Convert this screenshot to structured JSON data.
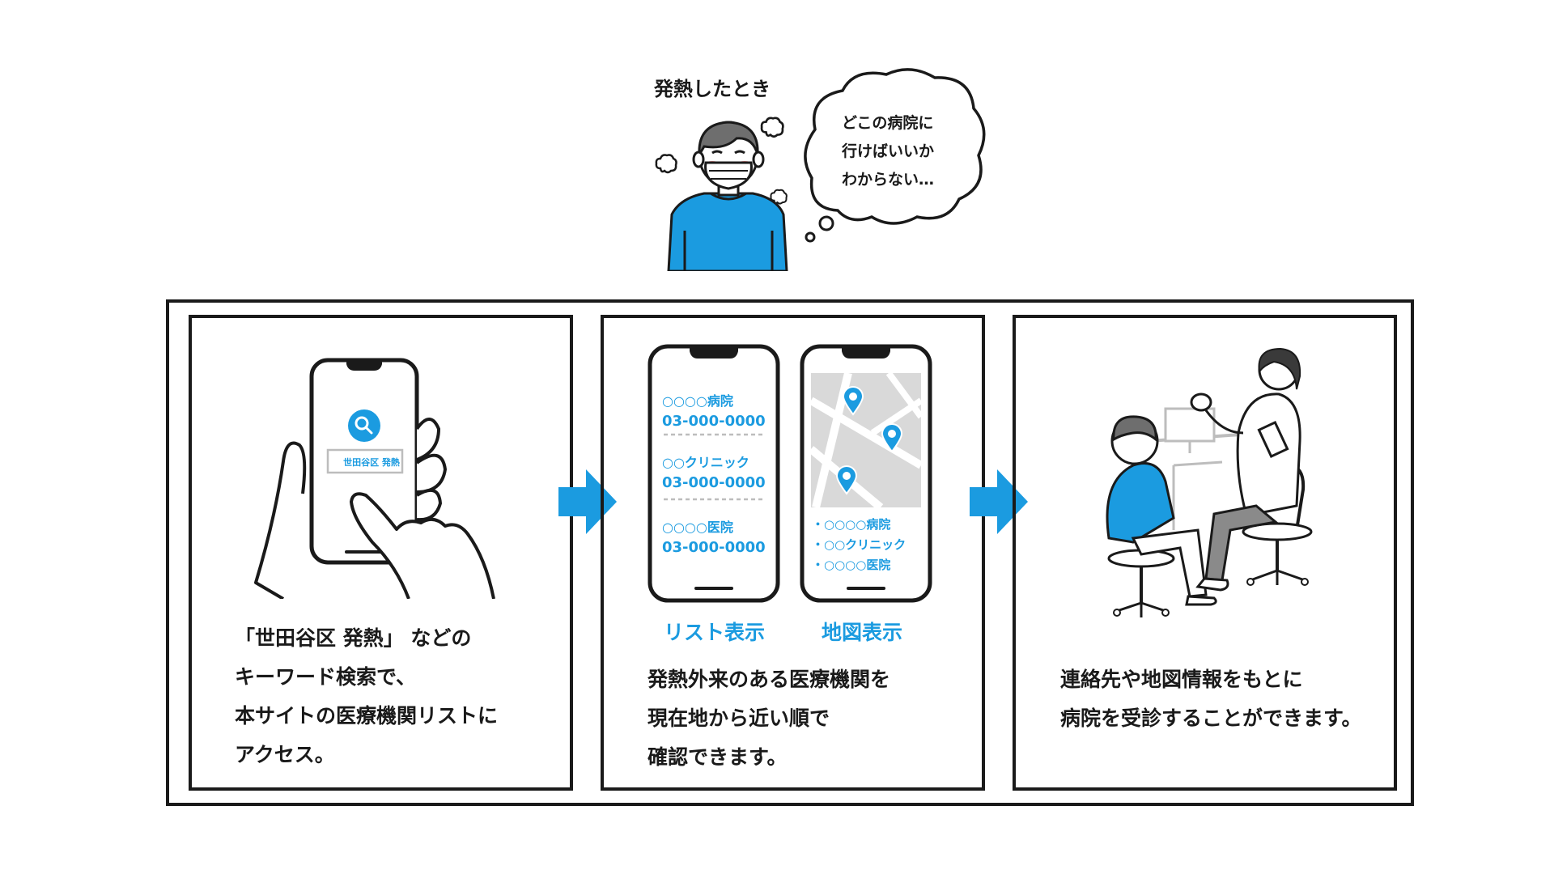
{
  "scene": {
    "title": "発熱したとき",
    "thought_lines": [
      "どこの病院に",
      "行けばいいか",
      "わからない…"
    ]
  },
  "steps": [
    {
      "search_text": "世田谷区 発熱",
      "caption_lines": [
        "「世田谷区 発熱」 などの",
        "キーワード検索で、",
        "本サイトの医療機関リストに",
        "アクセス。"
      ]
    },
    {
      "list_label": "リスト表示",
      "map_label": "地図表示",
      "list_items": [
        {
          "name": "○○○○病院",
          "phone": "03-000-0000"
        },
        {
          "name": "○○クリニック",
          "phone": "03-000-0000"
        },
        {
          "name": "○○○○医院",
          "phone": "03-000-0000"
        }
      ],
      "map_items": [
        "・○○○○病院",
        "・○○クリニック",
        "・○○○○医院"
      ],
      "caption_lines": [
        "発熱外来のある医療機関を",
        "現在地から近い順で",
        "確認できます。"
      ]
    },
    {
      "caption_lines": [
        "連絡先や地図情報をもとに",
        "病院を受診することができます。"
      ]
    }
  ],
  "colors": {
    "accent": "#1b9be0",
    "line": "#1a1a1a",
    "background": "#ffffff"
  },
  "icons": [
    "search-icon",
    "map-pin-icon",
    "arrow-right-icon",
    "thought-bubble-icon"
  ]
}
